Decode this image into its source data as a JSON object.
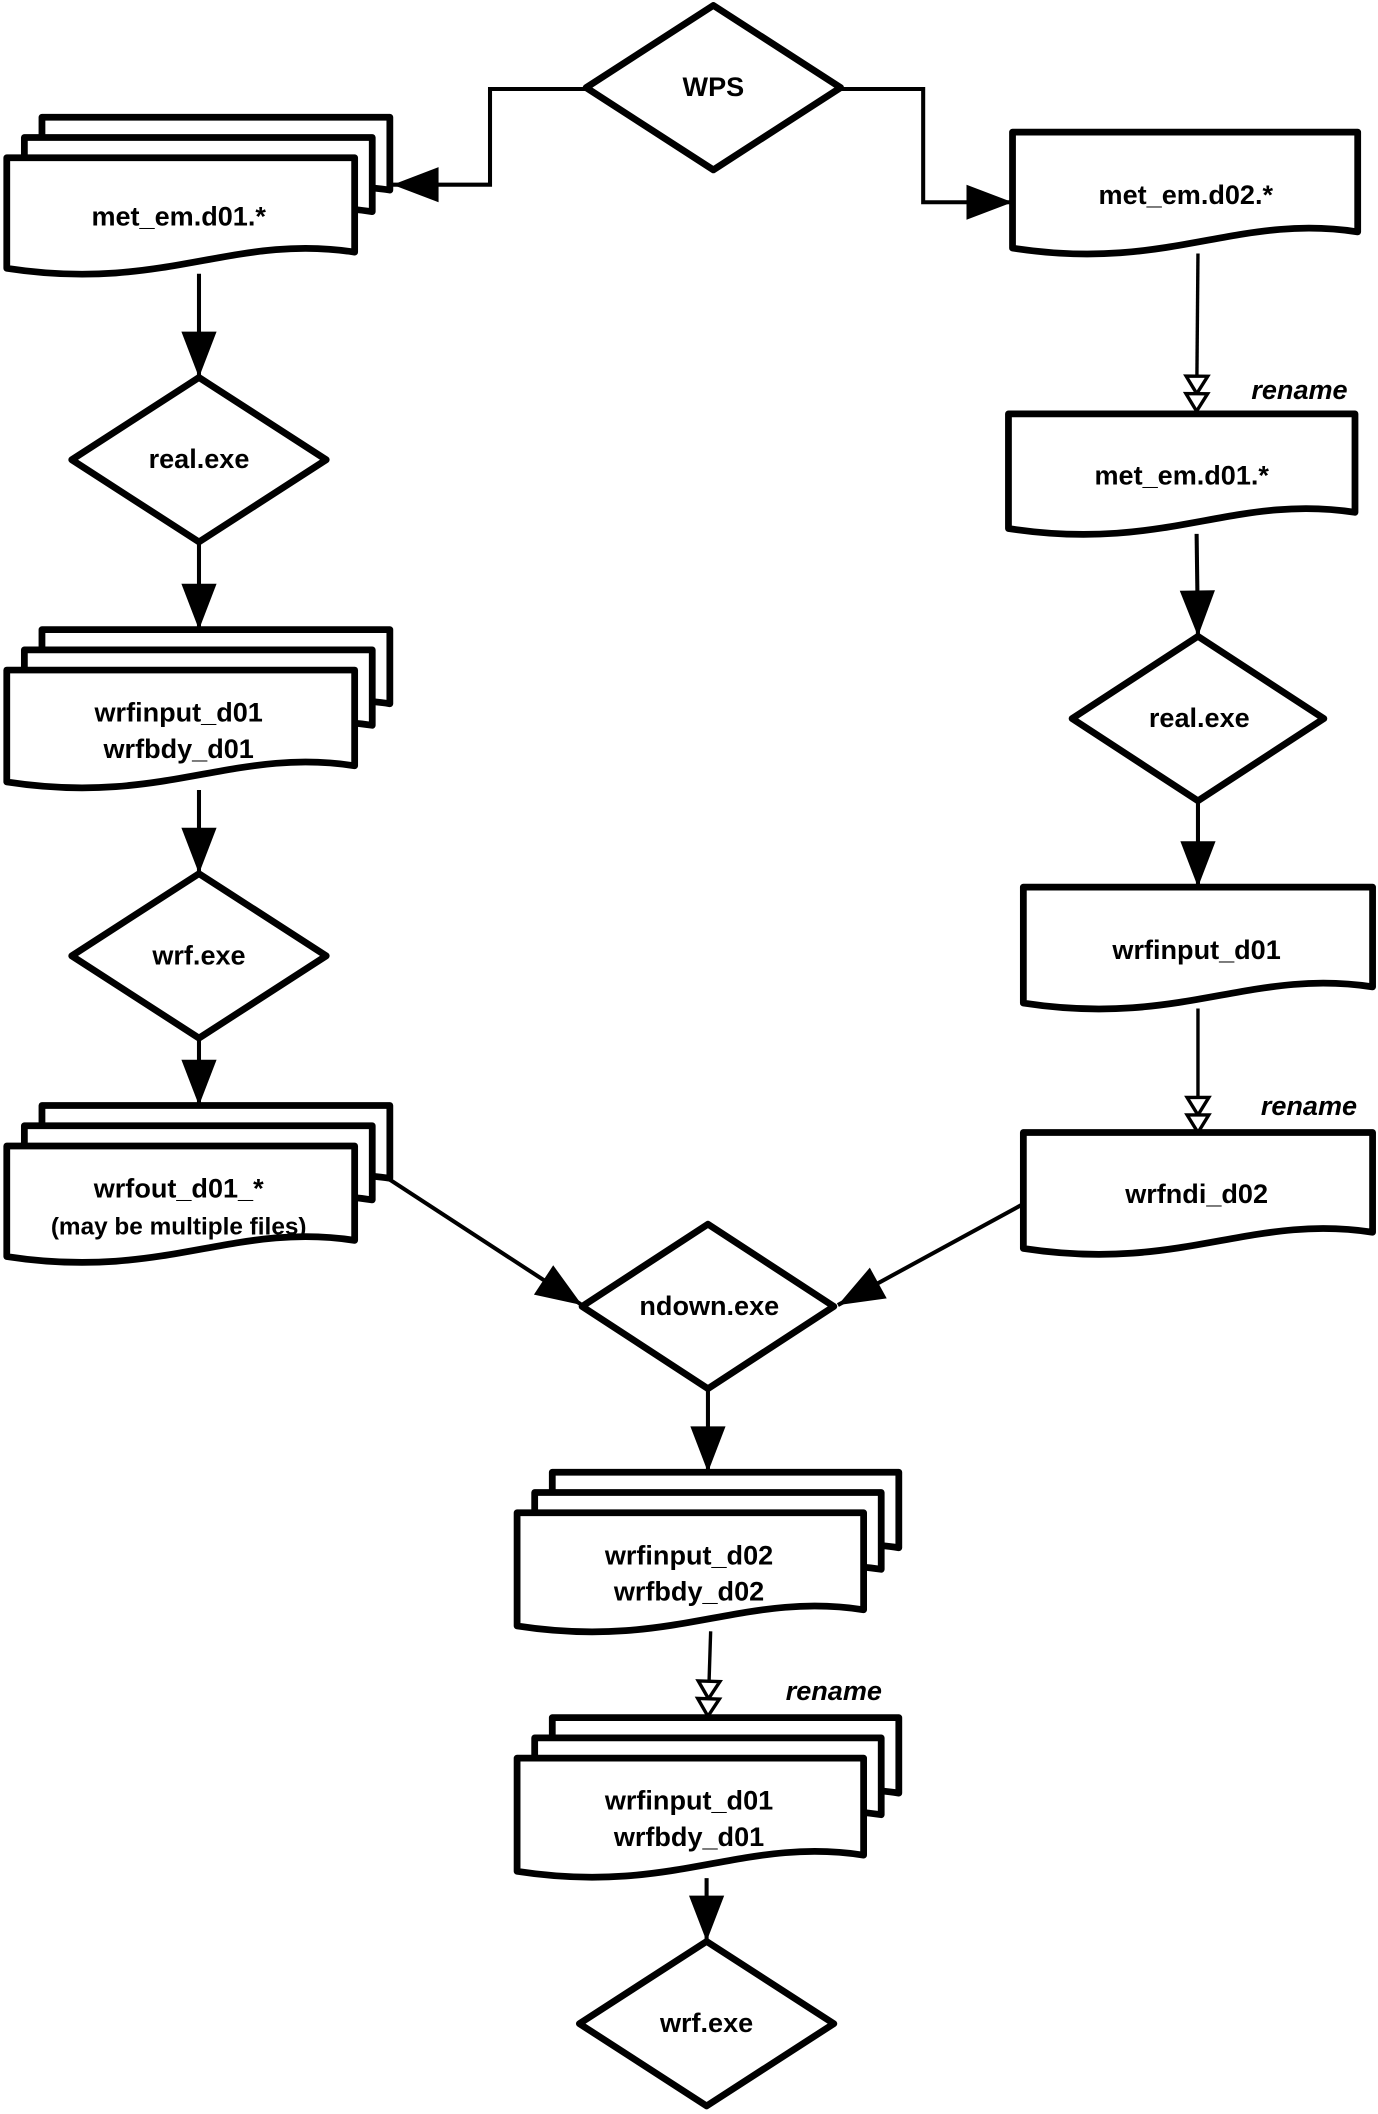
{
  "diagram": {
    "nodes": {
      "wps": {
        "label": "WPS",
        "shape": "decision"
      },
      "met_d01_left": {
        "lines": [
          "met_em.d01.*"
        ],
        "shape": "multi-document"
      },
      "real_left": {
        "label": "real.exe",
        "shape": "decision"
      },
      "wrfinput_left": {
        "lines": [
          "wrfinput_d01",
          "wrfbdy_d01"
        ],
        "shape": "multi-document"
      },
      "wrf_left": {
        "label": "wrf.exe",
        "shape": "decision"
      },
      "wrfout_left": {
        "lines": [
          "wrfout_d01_*",
          "(may be multiple files)"
        ],
        "shape": "multi-document"
      },
      "met_d02_right": {
        "lines": [
          "met_em.d02.*"
        ],
        "shape": "document"
      },
      "met_d01_right": {
        "lines": [
          "met_em.d01.*"
        ],
        "shape": "document"
      },
      "real_right": {
        "label": "real.exe",
        "shape": "decision"
      },
      "wrfinput_right": {
        "lines": [
          "wrfinput_d01"
        ],
        "shape": "document"
      },
      "wrfndi_right": {
        "lines": [
          "wrfndi_d02"
        ],
        "shape": "document"
      },
      "ndown": {
        "label": "ndown.exe",
        "shape": "decision"
      },
      "wrfinput_d02": {
        "lines": [
          "wrfinput_d02",
          "wrfbdy_d02"
        ],
        "shape": "multi-document"
      },
      "wrfinput_d01_final": {
        "lines": [
          "wrfinput_d01",
          "wrfbdy_d01"
        ],
        "shape": "multi-document"
      },
      "wrf_final": {
        "label": "wrf.exe",
        "shape": "decision"
      }
    },
    "rename_labels": [
      "rename",
      "rename",
      "rename"
    ],
    "colors": {
      "stroke": "#000000",
      "fill": "#ffffff"
    }
  }
}
